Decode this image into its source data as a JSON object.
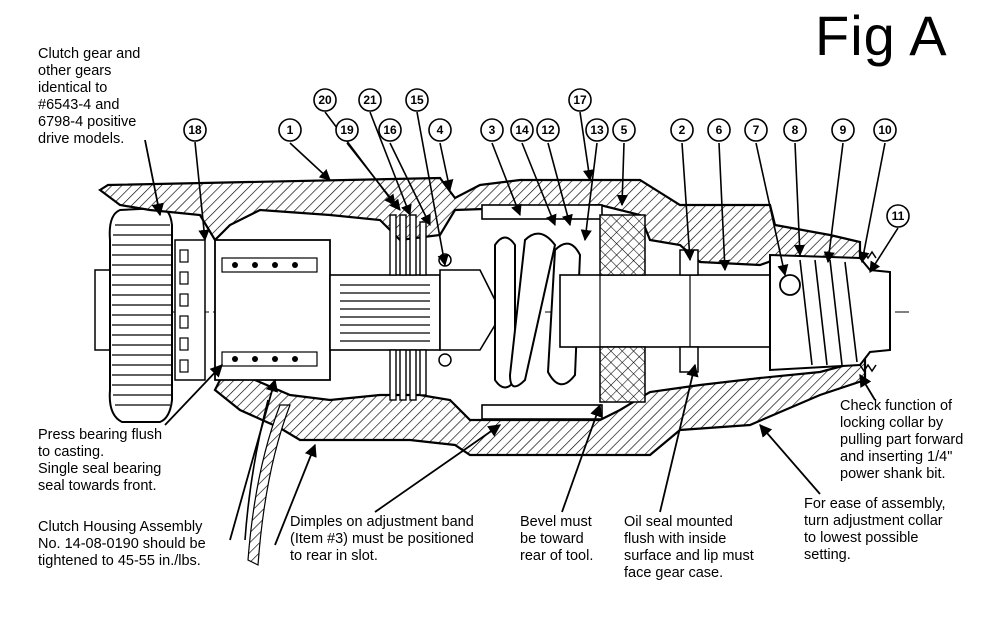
{
  "figure": {
    "title": "Fig A"
  },
  "annotations": [
    {
      "id": "clutch-gear-note",
      "text": "Clutch gear and\nother gears\nidentical to\n#6543-4 and\n6798-4 positive\ndrive models."
    },
    {
      "id": "press-bearing-note",
      "text": "Press bearing flush\nto casting.\nSingle seal bearing\nseal towards front."
    },
    {
      "id": "clutch-housing-note",
      "text": "Clutch Housing Assembly\nNo. 14-08-0190 should be\ntightened to 45-55 in./lbs."
    },
    {
      "id": "dimples-note",
      "text": "Dimples on adjustment band\n(Item #3) must be positioned\nto rear in slot."
    },
    {
      "id": "bevel-note",
      "text": "Bevel must\nbe toward\nrear of tool."
    },
    {
      "id": "oil-seal-note",
      "text": "Oil seal mounted\nflush with inside\nsurface and lip must\nface gear case."
    },
    {
      "id": "check-function-note",
      "text": "Check function of\nlocking collar by\npulling part forward\nand inserting 1/4\"\npower shank bit."
    },
    {
      "id": "ease-assembly-note",
      "text": "For ease of assembly,\nturn adjustment collar\nto lowest possible\nsetting."
    }
  ],
  "callouts": [
    {
      "id": "c18",
      "label": "18"
    },
    {
      "id": "c1",
      "label": "1"
    },
    {
      "id": "c20",
      "label": "20"
    },
    {
      "id": "c19",
      "label": "19"
    },
    {
      "id": "c21",
      "label": "21"
    },
    {
      "id": "c16",
      "label": "16"
    },
    {
      "id": "c15",
      "label": "15"
    },
    {
      "id": "c4",
      "label": "4"
    },
    {
      "id": "c3",
      "label": "3"
    },
    {
      "id": "c14",
      "label": "14"
    },
    {
      "id": "c12",
      "label": "12"
    },
    {
      "id": "c17",
      "label": "17"
    },
    {
      "id": "c13",
      "label": "13"
    },
    {
      "id": "c5",
      "label": "5"
    },
    {
      "id": "c2",
      "label": "2"
    },
    {
      "id": "c6",
      "label": "6"
    },
    {
      "id": "c7",
      "label": "7"
    },
    {
      "id": "c8",
      "label": "8"
    },
    {
      "id": "c9",
      "label": "9"
    },
    {
      "id": "c10",
      "label": "10"
    },
    {
      "id": "c11",
      "label": "11"
    }
  ]
}
